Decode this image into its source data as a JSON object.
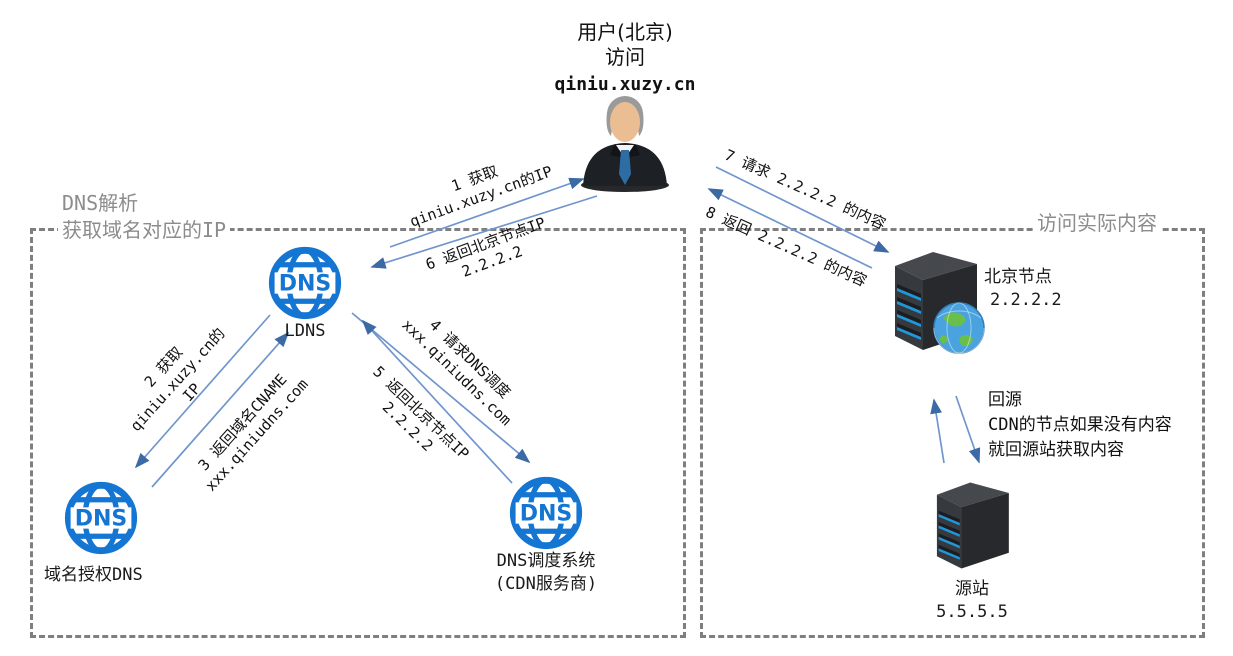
{
  "user": {
    "line1": "用户(北京)",
    "line2": "访问",
    "domain": "qiniu.xuzy.cn"
  },
  "boxes": {
    "dns_resolution": {
      "title_line1": "DNS解析",
      "title_line2": "获取域名对应的IP"
    },
    "actual_content": {
      "title": "访问实际内容"
    }
  },
  "nodes": {
    "ldns": {
      "label": "LDNS"
    },
    "auth_dns": {
      "label": "域名授权DNS"
    },
    "scheduler": {
      "label_line1": "DNS调度系统",
      "label_line2": "(CDN服务商)"
    },
    "beijing": {
      "label": "北京节点",
      "ip": "2.2.2.2"
    },
    "origin": {
      "label": "源站",
      "ip": "5.5.5.5"
    }
  },
  "arrows": {
    "1": {
      "line1": "1 获取",
      "line2": "qiniu.xuzy.cn的IP"
    },
    "2": {
      "line1": "2 获取",
      "line2": "qiniu.xuzy.cn的",
      "line3": "IP"
    },
    "3": {
      "line1": "3 返回域名CNAME",
      "line2": "xxx.qiniudns.com"
    },
    "4": {
      "line1": "4 请求DNS调度",
      "line2": "xxx.qiniudns.com"
    },
    "5": {
      "line1": "5 返回北京节点IP",
      "line2": "2.2.2.2"
    },
    "6": {
      "line1": "6 返回北京节点IP",
      "line2": "2.2.2.2"
    },
    "7": {
      "line1": "7 请求 2.2.2.2 的内容"
    },
    "8": {
      "line1": "8 返回 2.2.2.2 的内容"
    }
  },
  "origin_pull": {
    "line1": "回源",
    "line2": "CDN的节点如果没有内容",
    "line3": "就回源站获取内容"
  },
  "icons": {
    "ldns": "dns-globe-icon",
    "auth_dns": "dns-globe-icon",
    "scheduler": "dns-globe-icon",
    "beijing": "server-globe-icon",
    "origin": "server-icon",
    "user": "businessman-icon"
  },
  "colors": {
    "arrow_line": "#7096cd",
    "arrow_head": "#3b6aa5",
    "dns_icon_blue": "#1476d2",
    "box_border_gray": "#7f7f7f",
    "box_title_gray": "#8c8c8c",
    "server_dark": "#27292d",
    "server_mid": "#36393e",
    "server_top": "#45484d",
    "server_slat_blue": "#2196d9",
    "globe_blue": "#4aa3df",
    "globe_green": "#6abf4b"
  }
}
